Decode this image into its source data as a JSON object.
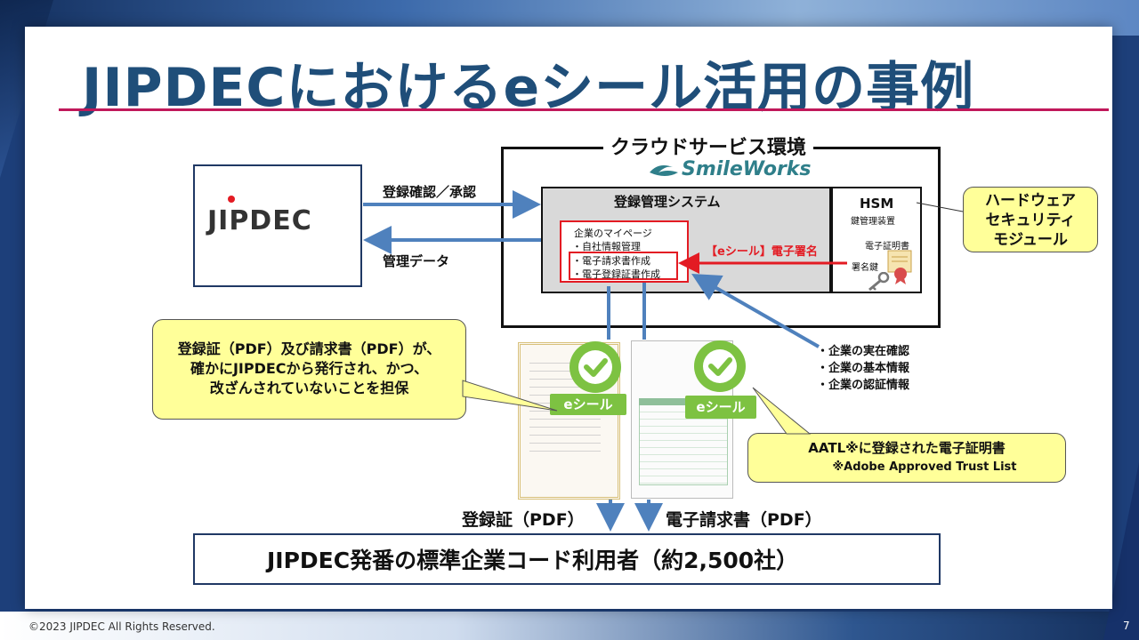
{
  "title": "JIPDECにおけるeシール活用の事例",
  "jipdec_logo": "JIPDEC",
  "cloud": {
    "label": "クラウドサービス環境",
    "brand": "SmileWorks",
    "system": {
      "title": "登録管理システム",
      "mypage_title": "企業のマイページ",
      "items": [
        "・自社情報管理",
        "・電子請求書作成",
        "・電子登録証書作成"
      ]
    },
    "esign_label": "【eシール】電子署名",
    "hsm": {
      "title": "HSM",
      "subtitle": "鍵管理装置",
      "cert_label": "電子証明書",
      "key_label": "署名鍵"
    }
  },
  "arrows": {
    "approve": "登録確認／承認",
    "manage": "管理データ"
  },
  "callouts": {
    "hsm": [
      "ハードウェア",
      "セキュリティ",
      "モジュール"
    ],
    "guarantee": [
      "登録証（PDF）及び請求書（PDF）が、",
      "確かにJIPDECから発行され、かつ、",
      "改ざんされていないことを担保"
    ],
    "aatl_main": "AATL※に登録された電子証明書",
    "aatl_note": "※Adobe Approved Trust List"
  },
  "company_info": [
    "・企業の実在確認",
    "・企業の基本情報",
    "・企業の認証情報"
  ],
  "eseal": "eシール",
  "documents": {
    "left_label": "登録証（PDF）",
    "right_label": "電子請求書（PDF）"
  },
  "users_box": "JIPDEC発番の標準企業コード利用者（約2,500社）",
  "footer": {
    "copyright": "©2023 JIPDEC  All Rights Reserved.",
    "page": "7"
  },
  "colors": {
    "title": "#1f4e79",
    "accent_red": "#e31b23",
    "arrow_blue": "#4f81bd",
    "callout_yellow": "#ffff99",
    "eseal_green": "#7dc242"
  }
}
